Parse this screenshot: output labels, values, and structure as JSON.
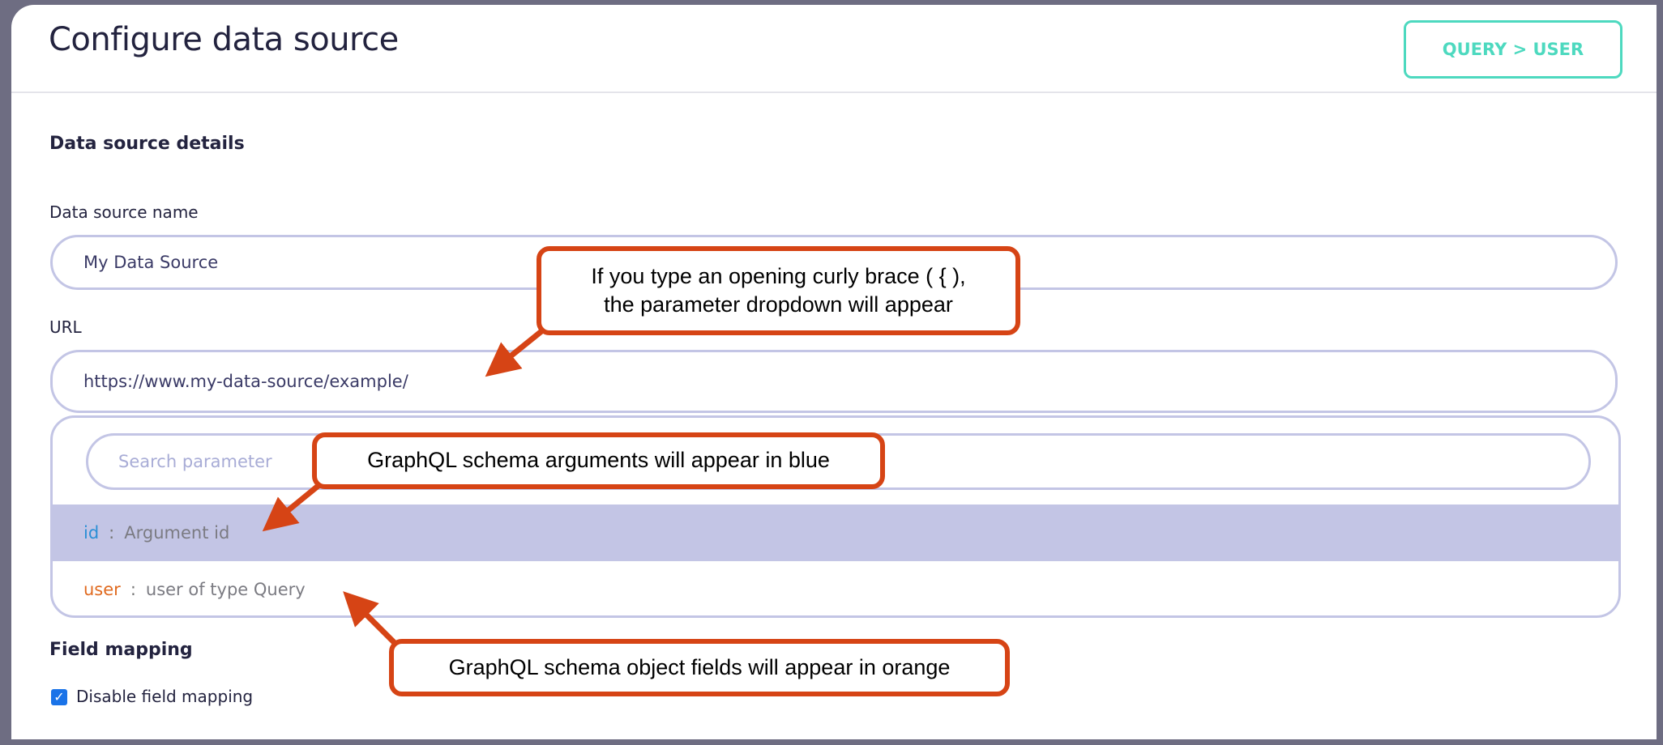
{
  "header": {
    "title": "Configure data source",
    "breadcrumb_button": "QUERY > USER"
  },
  "section": {
    "details_title": "Data source details",
    "field_mapping_title": "Field mapping"
  },
  "form": {
    "name_label": "Data source name",
    "name_value": "My Data Source",
    "url_label": "URL",
    "url_value": "https://www.my-data-source/example/"
  },
  "dropdown": {
    "search_placeholder": "Search parameter",
    "items": [
      {
        "key": "id",
        "separator": ":",
        "desc": "Argument id",
        "kind": "argument",
        "color": "#2b8fd6",
        "highlighted": true
      },
      {
        "key": "user",
        "separator": ":",
        "desc": "user of type Query",
        "kind": "object-field",
        "color": "#e06a1f",
        "highlighted": false
      }
    ]
  },
  "checkbox": {
    "label": "Disable field mapping",
    "checked": true
  },
  "callouts": [
    {
      "line1": "If you type an opening curly brace ( { ),",
      "line2": "the parameter dropdown will appear"
    },
    {
      "text": "GraphQL schema arguments will appear in blue"
    },
    {
      "text": "GraphQL schema object fields will appear in orange"
    }
  ],
  "colors": {
    "accent": "#4dd9bf",
    "annotation": "#d64415",
    "highlight_row": "#c3c5e5",
    "input_border": "#c3c5e5"
  }
}
